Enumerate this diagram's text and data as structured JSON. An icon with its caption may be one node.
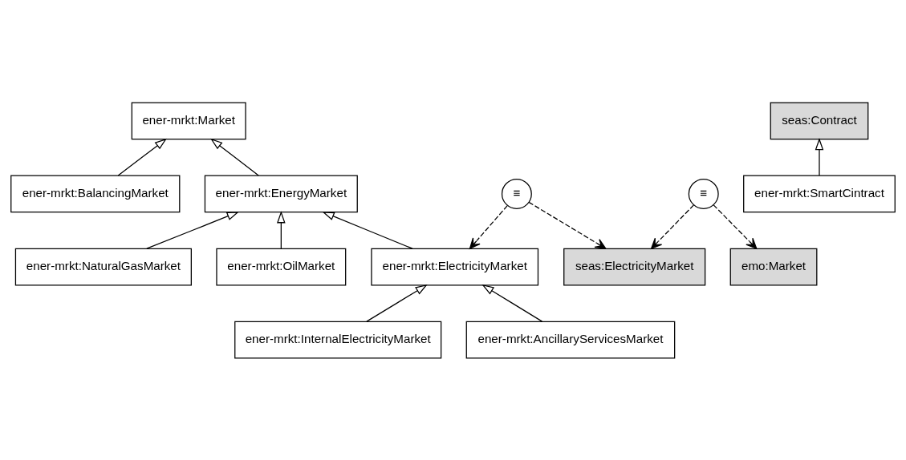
{
  "diagram": {
    "nodes": [
      {
        "text": [
          "ener-mrkt:Market"
        ]
      },
      {
        "text": [
          "ener-mrkt:BalancingMarket"
        ]
      },
      {
        "text": [
          "ener-mrkt:EnergyMarket"
        ]
      },
      {
        "text": [
          "ener-mrkt:NaturalGasMarket"
        ]
      },
      {
        "text": [
          "≡"
        ]
      },
      {
        "text": [
          "≡"
        ]
      },
      {
        "text": [
          "seas:Contract"
        ]
      },
      {
        "text": [
          "ener-mrkt:ElectricityMarket"
        ]
      },
      {
        "text": [
          "seas:ElectricityMarket"
        ]
      },
      {
        "text": [
          "emo:Market"
        ]
      },
      {
        "text": [
          "ener-mrkt:InternalElectricityMarket"
        ]
      },
      {
        "text": [
          "ener-mrkt:AncillaryServicesMarket"
        ]
      },
      {
        "text": [
          "ener-mrkt:SmartCintract"
        ]
      },
      {
        "text": [
          "ener-mrkt:OilMarket"
        ]
      }
    ],
    "edges": [
      {
        "from": 1,
        "to": 0,
        "arrow": "to"
      },
      {
        "from": 2,
        "to": 0,
        "arrow": "to"
      },
      {
        "from": 3,
        "to": 2,
        "arrow": "to"
      },
      {
        "from": 7,
        "to": 2,
        "arrow": "to"
      },
      {
        "from": 13,
        "to": 2,
        "arrow": "to"
      },
      {
        "from": 10,
        "to": 7,
        "arrow": "to"
      },
      {
        "from": 11,
        "to": 7,
        "arrow": "to"
      },
      {
        "from": 12,
        "to": 6,
        "arrow": "to"
      },
      {
        "from": 4,
        "to": 7,
        "arrow": "to",
        "style": "dashed"
      },
      {
        "from": 4,
        "to": 8,
        "arrow": "to",
        "style": "dashed"
      },
      {
        "from": 5,
        "to": 8,
        "arrow": "to",
        "style": "dashed"
      },
      {
        "from": 5,
        "to": 9,
        "arrow": "to",
        "style": "dashed"
      }
    ]
  }
}
